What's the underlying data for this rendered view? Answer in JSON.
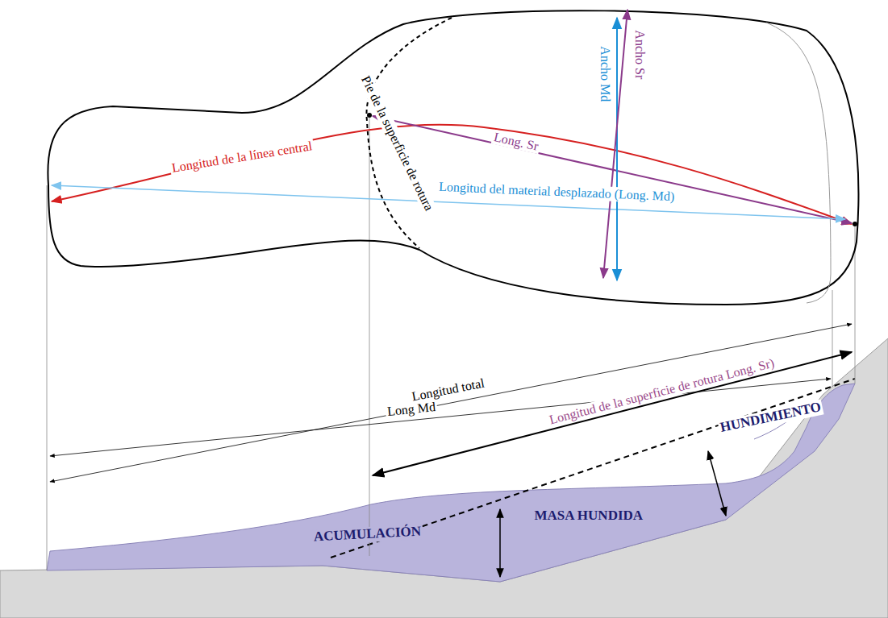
{
  "diagram": {
    "labels": [
      "Pie de la superficie de rotura",
      "Ancho Md",
      "Ancho Sr",
      "Longitud de la línea central",
      "Long. Sr",
      "Longitud del material desplazado (Long. Md)",
      "Longitud total",
      "Longitud de la superficie de rotura Long. Sr)",
      "Long Md",
      "HUNDIMIENTO",
      "ACUMULACIÓN",
      "MASA HUNDIDA"
    ]
  }
}
